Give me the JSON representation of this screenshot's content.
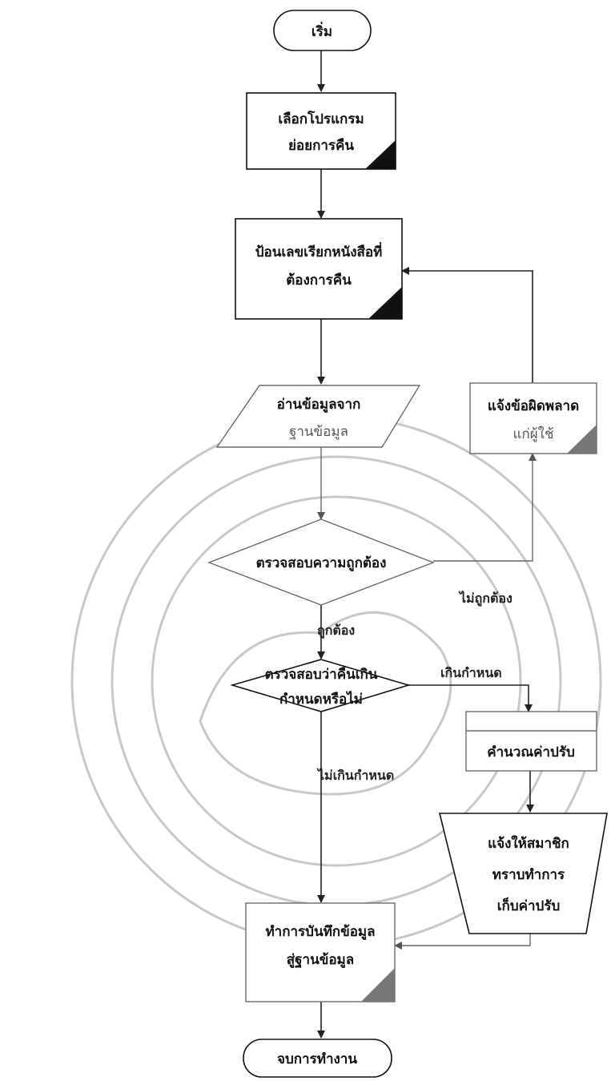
{
  "nodes": {
    "start": "เริ่ม",
    "select_program": [
      "เลือกโปรแกรม",
      "ย่อยการคืน"
    ],
    "enter_call_number": [
      "ป้อนเลขเรียกหนังสือที่",
      "ต้องการคืน"
    ],
    "read_database": [
      "อ่านข้อมูลจาก",
      "ฐานข้อมูล"
    ],
    "error_notice": [
      "แจ้งข้อผิดพลาด",
      "แก่ผู้ใช้"
    ],
    "check_correct": "ตรวจสอบความถูกต้อง",
    "check_overdue": [
      "ตรวจสอบว่าคืนเกิน",
      "กำหนดหรือไม่"
    ],
    "calculate_fine": "คำนวณค่าปรับ",
    "notify_member": [
      "แจ้งให้สมาชิก",
      "ทราบทำการ",
      "เก็บค่าปรับ"
    ],
    "save_record": [
      "ทำการบันทึกข้อมูล",
      "สู่ฐานข้อมูล"
    ],
    "end": "จบการทำงาน"
  },
  "edge_labels": {
    "correct": "ถูกต้อง",
    "incorrect": "ไม่ถูกต้อง",
    "overdue": "เกินกำหนด",
    "not_overdue": "ไม่เกินกำหนด"
  }
}
